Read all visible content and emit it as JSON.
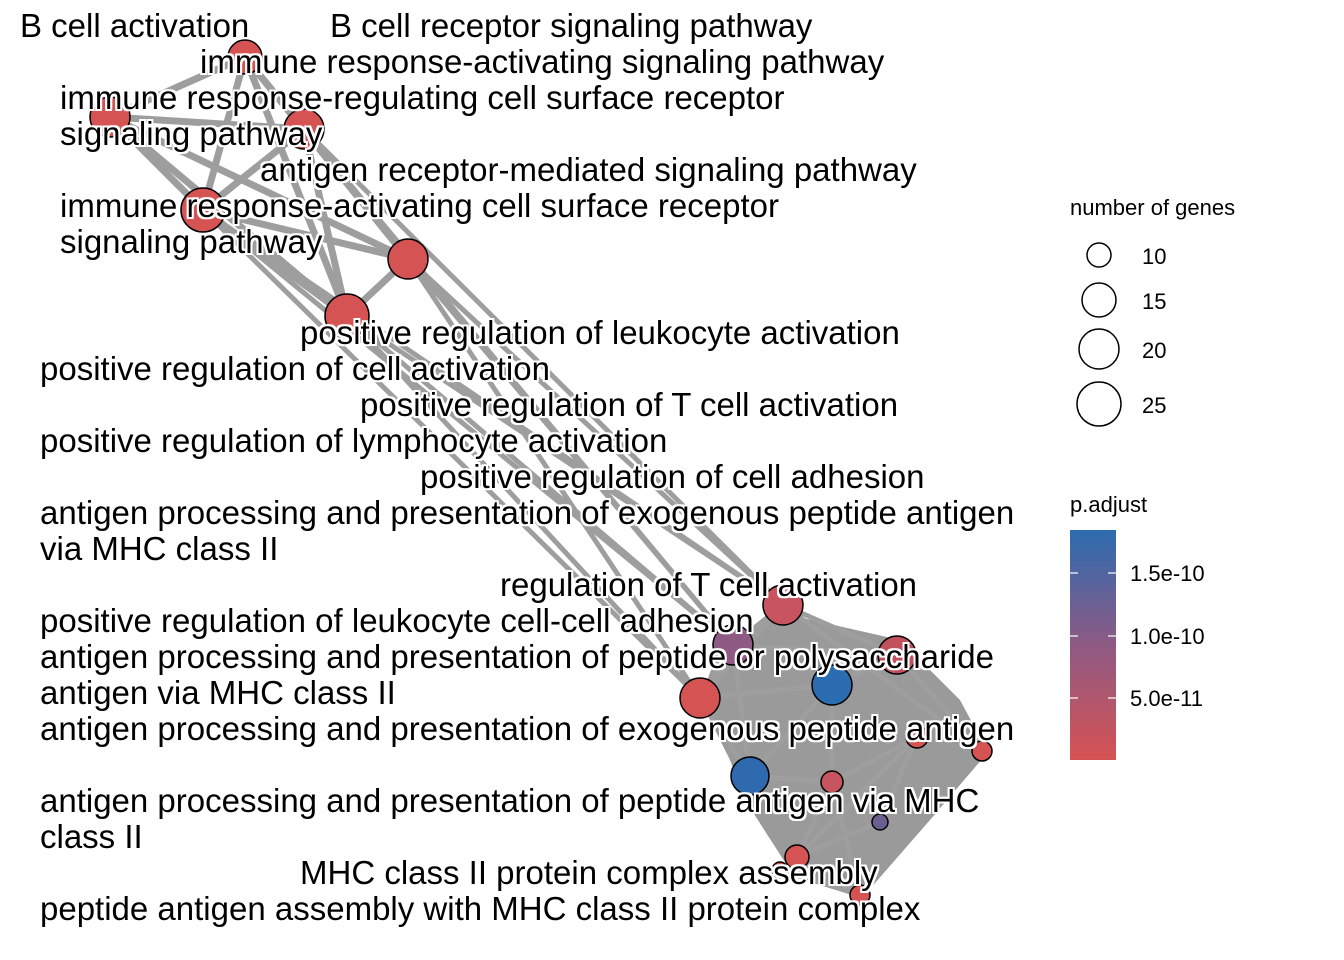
{
  "title": "Enrichment map network",
  "colors": {
    "low_p": "#d65353",
    "high_p": "#2c6cb0",
    "edge": "#9e9e9e"
  },
  "nodes": [
    {
      "label": "B cell receptor signaling pathway",
      "color": "#d65353"
    },
    {
      "label": "B cell activation",
      "color": "#d65353"
    },
    {
      "label": "immune response-activating signaling pathway",
      "color": "#d65353"
    },
    {
      "label": "immune response-regulating cell surface receptor signaling pathway",
      "color": "#d65353"
    },
    {
      "label": "antigen receptor-mediated signaling pathway",
      "color": "#d65353"
    },
    {
      "label": "immune response-activating cell surface receptor signaling pathway",
      "color": "#d65353"
    },
    {
      "label": "positive regulation of leukocyte activation",
      "color": "#c8545f"
    },
    {
      "label": "positive regulation of cell activation",
      "color": "#8e5a84"
    },
    {
      "label": "positive regulation of T cell activation",
      "color": "#c0525e"
    },
    {
      "label": "positive regulation of lymphocyte activation",
      "color": "#d65353"
    },
    {
      "label": "positive regulation of cell adhesion",
      "color": "#2c6cb0"
    },
    {
      "label": "antigen processing and presentation of exogenous peptide antigen via MHC class II",
      "color": "#d65353"
    },
    {
      "label": "regulation of T cell activation",
      "color": "#d65353"
    },
    {
      "label": "positive regulation of leukocyte cell-cell adhesion",
      "color": "#2f6aae"
    },
    {
      "label": "antigen processing and presentation of peptide or polysaccharide antigen via MHC class II",
      "color": "#c8545f"
    },
    {
      "label": "antigen processing and presentation of exogenous peptide antigen",
      "color": "#6a5f90"
    },
    {
      "label": "antigen processing and presentation of peptide antigen via MHC class II",
      "color": "#d65353"
    },
    {
      "label": "MHC class II protein complex assembly",
      "color": "#d65353"
    },
    {
      "label": "peptide antigen assembly with MHC class II protein complex",
      "color": "#d65353"
    }
  ],
  "edges": [
    [
      0,
      1
    ],
    [
      0,
      2
    ],
    [
      0,
      3
    ],
    [
      0,
      4
    ],
    [
      0,
      5
    ],
    [
      1,
      2
    ],
    [
      1,
      3
    ],
    [
      1,
      4
    ],
    [
      1,
      5
    ],
    [
      2,
      3
    ],
    [
      2,
      4
    ],
    [
      2,
      5
    ],
    [
      3,
      4
    ],
    [
      3,
      5
    ],
    [
      4,
      5
    ],
    [
      3,
      6
    ],
    [
      4,
      6
    ],
    [
      5,
      6
    ],
    [
      3,
      7
    ],
    [
      4,
      7
    ],
    [
      5,
      7
    ],
    [
      4,
      9
    ],
    [
      5,
      9
    ],
    [
      3,
      9
    ],
    [
      2,
      7
    ],
    [
      2,
      6
    ],
    [
      6,
      7
    ],
    [
      6,
      8
    ],
    [
      6,
      9
    ],
    [
      7,
      9
    ],
    [
      7,
      8
    ],
    [
      8,
      10
    ],
    [
      9,
      10
    ],
    [
      10,
      13
    ],
    [
      9,
      13
    ],
    [
      7,
      13
    ],
    [
      11,
      14
    ],
    [
      11,
      15
    ],
    [
      11,
      16
    ],
    [
      14,
      16
    ],
    [
      15,
      16
    ],
    [
      16,
      17
    ],
    [
      17,
      18
    ],
    [
      14,
      17
    ],
    [
      12,
      8
    ],
    [
      12,
      6
    ],
    [
      10,
      14
    ],
    [
      13,
      14
    ]
  ],
  "legend": {
    "size_title": "number of genes",
    "size_values": [
      "10",
      "15",
      "20",
      "25"
    ],
    "color_title": "p.adjust",
    "color_ticks": [
      "1.5e-10",
      "1.0e-10",
      "5.0e-11"
    ]
  }
}
